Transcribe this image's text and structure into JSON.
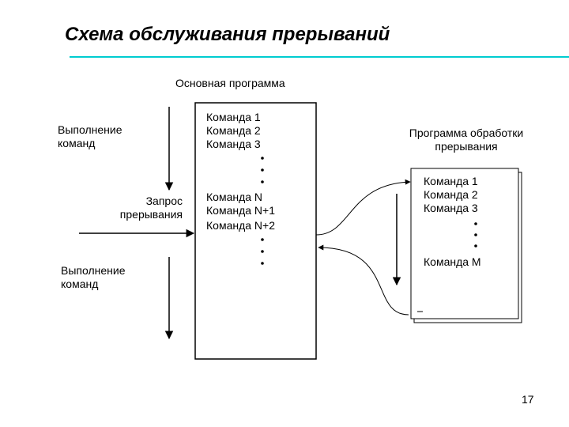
{
  "title": "Схема обслуживания прерываний",
  "main_program": {
    "label": "Основная программа",
    "commands_top": [
      "Команда 1",
      "Команда 2",
      "Команда 3"
    ],
    "commands_bottom": [
      "Команда N",
      "Команда N+1",
      "Команда N+2"
    ]
  },
  "labels": {
    "exec_top": "Выполнение\nкоманд",
    "interrupt_request": "Запрос\nпрерывания",
    "exec_bottom": "Выполнение\nкоманд"
  },
  "handler": {
    "label": "Программа обработки\nпрерывания",
    "commands": [
      "Команда 1",
      "Команда 2",
      "Команда 3"
    ],
    "last_command": "Команда M"
  },
  "page_number": "17",
  "colors": {
    "accent_rule": "#00ccd0",
    "line": "#000000"
  }
}
